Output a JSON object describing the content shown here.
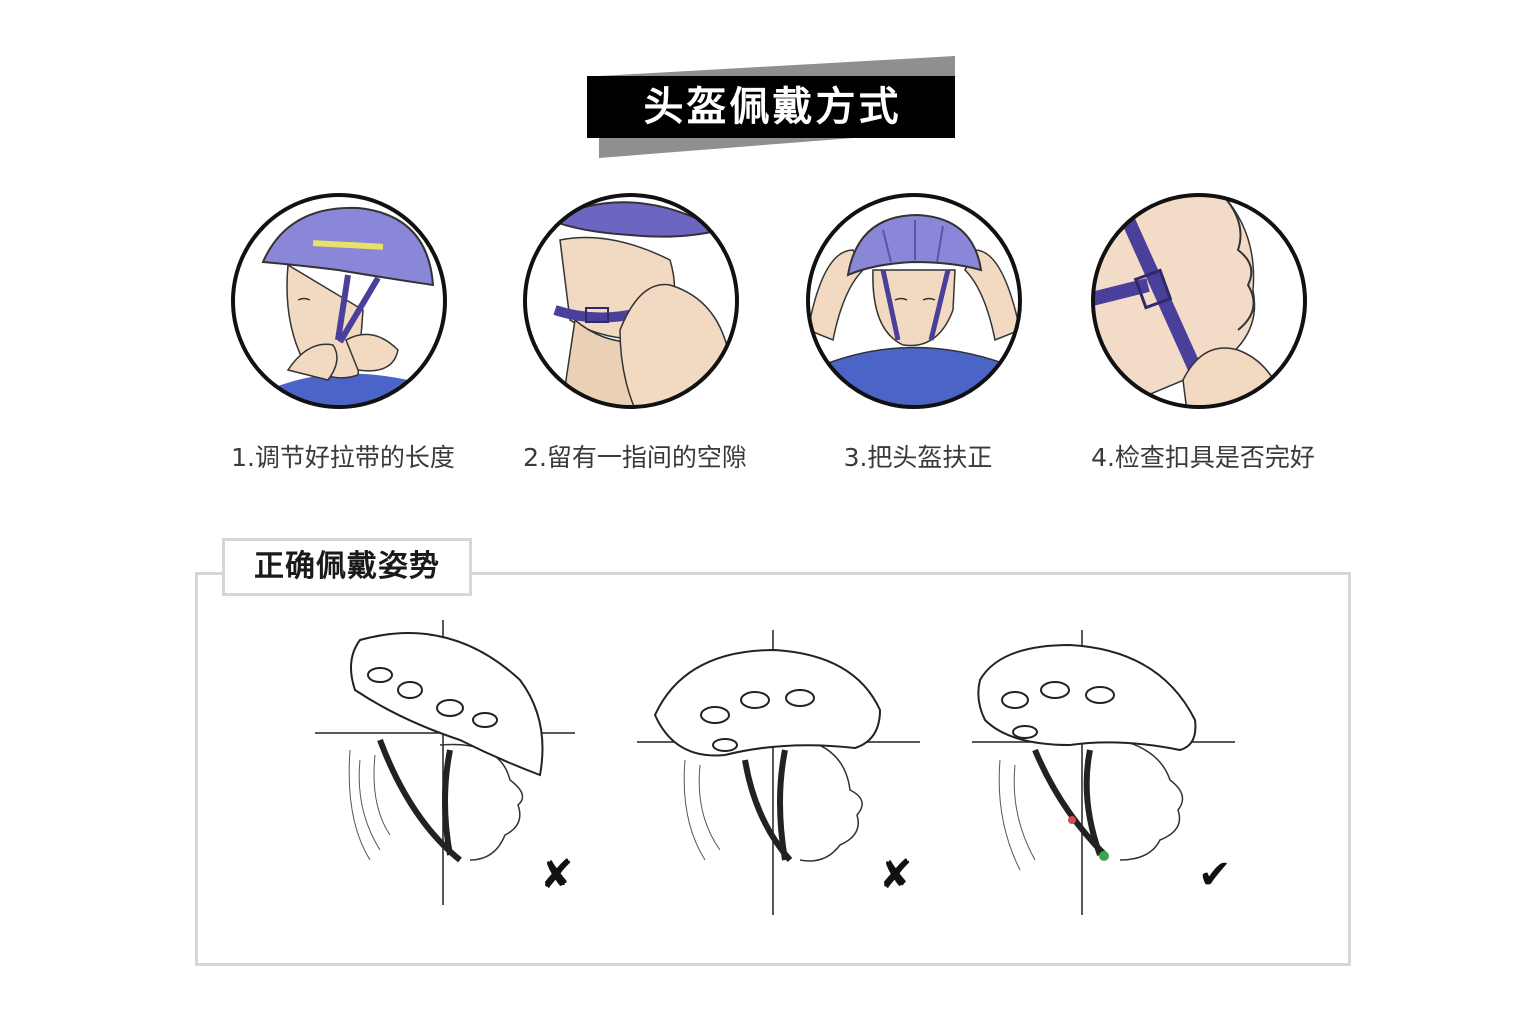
{
  "title": "头盔佩戴方式",
  "steps": [
    {
      "label": "1.调节好拉带的长度",
      "icon": "helmet-strap-adjust-icon"
    },
    {
      "label": "2.留有一指间的空隙",
      "icon": "finger-gap-check-icon"
    },
    {
      "label": "3.把头盔扶正",
      "icon": "helmet-straighten-icon"
    },
    {
      "label": "4.检查扣具是否完好",
      "icon": "buckle-check-icon"
    }
  ],
  "posture_section": {
    "heading": "正确佩戴姿势",
    "items": [
      {
        "result": "wrong",
        "mark": "✘"
      },
      {
        "result": "wrong",
        "mark": "✘"
      },
      {
        "result": "correct",
        "mark": "✔"
      }
    ]
  },
  "colors": {
    "helmet": "#8a86d8",
    "strap": "#4a3f9a",
    "shirt": "#4a64c8",
    "skin": "#f1d9c2",
    "banner": "#000000",
    "frame": "#d6d6d6"
  }
}
